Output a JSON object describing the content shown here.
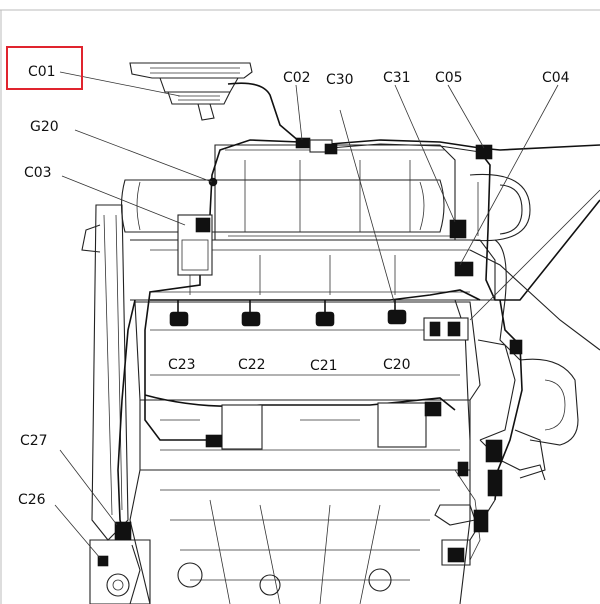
{
  "labels": {
    "c01": "C01",
    "c02": "C02",
    "c30": "C30",
    "c31": "C31",
    "c05": "C05",
    "c04": "C04",
    "g20": "G20",
    "c03": "C03",
    "c23": "C23",
    "c22": "C22",
    "c21": "C21",
    "c20": "C20",
    "c27": "C27",
    "c26": "C26"
  },
  "highlight": {
    "color": "#e0242e",
    "target": "C01"
  }
}
